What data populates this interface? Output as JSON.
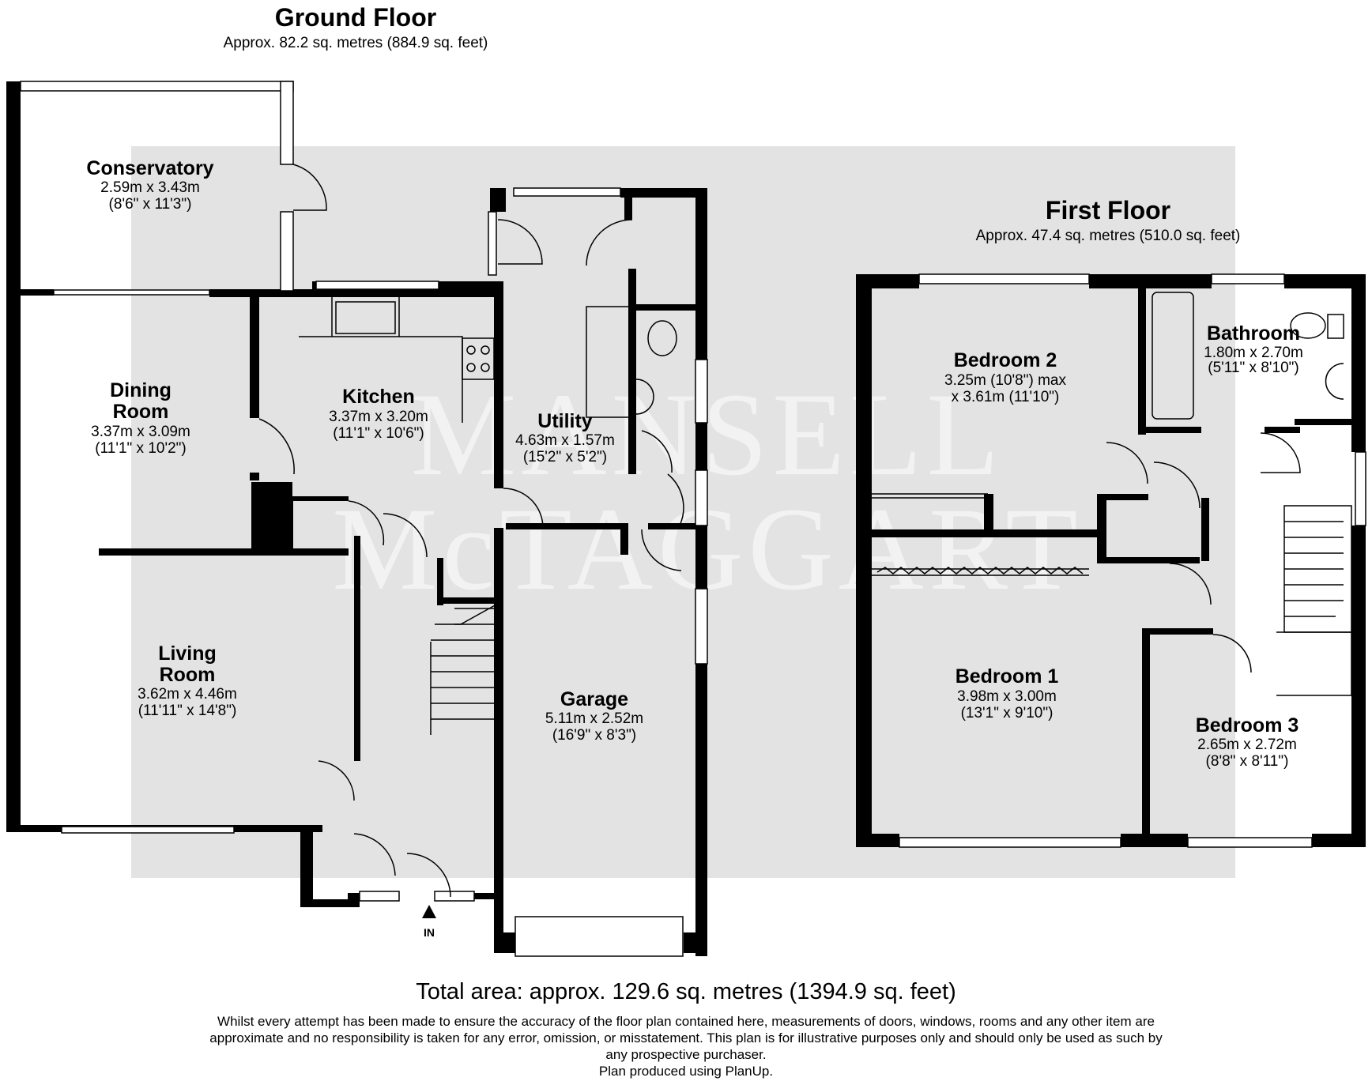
{
  "ground_floor": {
    "title": "Ground Floor",
    "area": "Approx. 82.2 sq. metres (884.9 sq. feet)",
    "rooms": {
      "conservatory": {
        "name": "Conservatory",
        "dim_m": "2.59m x 3.43m",
        "dim_ft": "(8'6\" x 11'3\")"
      },
      "dining": {
        "name_line1": "Dining",
        "name_line2": "Room",
        "dim_m": "3.37m x 3.09m",
        "dim_ft": "(11'1\" x 10'2\")"
      },
      "kitchen": {
        "name": "Kitchen",
        "dim_m": "3.37m x 3.20m",
        "dim_ft": "(11'1\" x 10'6\")"
      },
      "utility": {
        "name": "Utility",
        "dim_m": "4.63m x 1.57m",
        "dim_ft": "(15'2\" x 5'2\")"
      },
      "living": {
        "name_line1": "Living",
        "name_line2": "Room",
        "dim_m": "3.62m x 4.46m",
        "dim_ft": "(11'11\" x 14'8\")"
      },
      "garage": {
        "name": "Garage",
        "dim_m": "5.11m x 2.52m",
        "dim_ft": "(16'9\" x 8'3\")"
      }
    },
    "entrance_label": "IN"
  },
  "first_floor": {
    "title": "First Floor",
    "area": "Approx. 47.4 sq. metres (510.0 sq. feet)",
    "rooms": {
      "bedroom2": {
        "name": "Bedroom 2",
        "dim_m": "3.25m (10'8\") max",
        "dim_ft": "x 3.61m (11'10\")"
      },
      "bathroom": {
        "name": "Bathroom",
        "dim_m": "1.80m x 2.70m",
        "dim_ft": "(5'11\" x 8'10\")"
      },
      "bedroom1": {
        "name": "Bedroom 1",
        "dim_m": "3.98m x 3.00m",
        "dim_ft": "(13'1\" x 9'10\")"
      },
      "bedroom3": {
        "name": "Bedroom 3",
        "dim_m": "2.65m x 2.72m",
        "dim_ft": "(8'8\" x 8'11\")"
      }
    }
  },
  "watermark": {
    "line1": "MANSELL",
    "line2": "McTAGGART"
  },
  "footer": {
    "total_area": "Total area: approx. 129.6 sq. metres (1394.9 sq. feet)",
    "disclaimer_line1": "Whilst every attempt has been made to ensure the accuracy of the floor plan contained here, measurements of doors, windows, rooms and any other item are",
    "disclaimer_line2": "approximate and no responsibility is taken for any error, omission, or misstatement. This plan is for illustrative purposes only and should only be used as such by",
    "disclaimer_line3": "any prospective purchaser.",
    "produced_by": "Plan produced using PlanUp."
  },
  "colors": {
    "wall": "#000000",
    "background_panel": "#e3e3e3",
    "window": "#ffffff"
  }
}
